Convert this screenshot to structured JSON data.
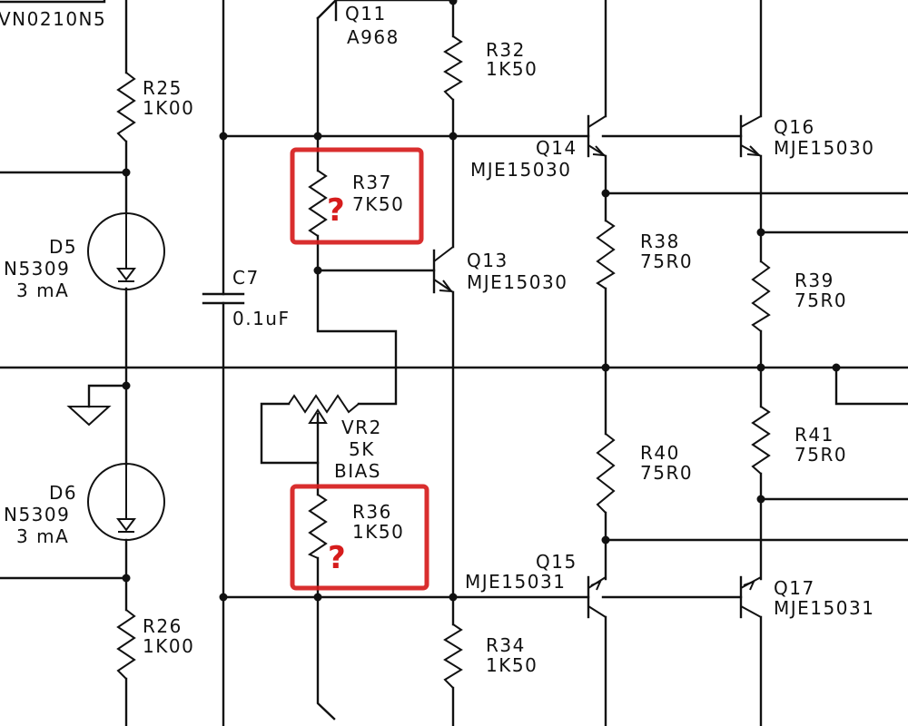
{
  "colors": {
    "wire": "#111111",
    "highlight": "#d61c1c",
    "background": "#ffffff"
  },
  "labels": {
    "top_left_part": "VN0210N5",
    "q11_name": "Q11",
    "q11_part": "A968",
    "r32_name": "R32",
    "r32_value": "1K50",
    "r25_name": "R25",
    "r25_value": "1K00",
    "q14_name": "Q14",
    "q14_part": "MJE15030",
    "q16_name": "Q16",
    "q16_part": "MJE15030",
    "r37_name": "R37",
    "r37_value": "7K50",
    "d5_name": "D5",
    "d5_part": "N5309",
    "d5_current": "3 mA",
    "q13_name": "Q13",
    "q13_part": "MJE15030",
    "r38_name": "R38",
    "r38_value": "75R0",
    "r39_name": "R39",
    "r39_value": "75R0",
    "c7_name": "C7",
    "c7_value": "0.1uF",
    "vr2_name": "VR2",
    "vr2_value": "5K",
    "vr2_function": "BIAS",
    "r41_name": "R41",
    "r41_value": "75R0",
    "r40_name": "R40",
    "r40_value": "75R0",
    "d6_name": "D6",
    "d6_part": "N5309",
    "d6_current": "3 mA",
    "r36_name": "R36",
    "r36_value": "1K50",
    "q15_name": "Q15",
    "q15_part": "MJE15031",
    "q17_name": "Q17",
    "q17_part": "MJE15031",
    "r26_name": "R26",
    "r26_value": "1K00",
    "r34_name": "R34",
    "r34_value": "1K50"
  },
  "highlights": {
    "r37_mark": "?",
    "r36_mark": "?"
  }
}
